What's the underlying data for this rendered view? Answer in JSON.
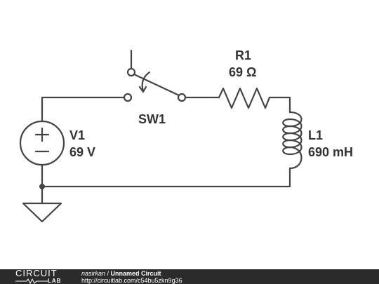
{
  "components": {
    "source": {
      "name": "V1",
      "value": "69 V"
    },
    "switch": {
      "name": "SW1"
    },
    "resistor": {
      "name": "R1",
      "value": "69 Ω"
    },
    "inductor": {
      "name": "L1",
      "value": "690 mH"
    }
  },
  "footer": {
    "logo_top": "CIRCUIT",
    "logo_bottom": "LAB",
    "author": "nasirkan",
    "separator": " / ",
    "title": "Unnamed Circuit",
    "url": "http://circuitlab.com/c54bu5zkn9g36"
  },
  "colors": {
    "wire": "#444444",
    "label": "#333333",
    "footer_bg": "#2b2b2b"
  }
}
